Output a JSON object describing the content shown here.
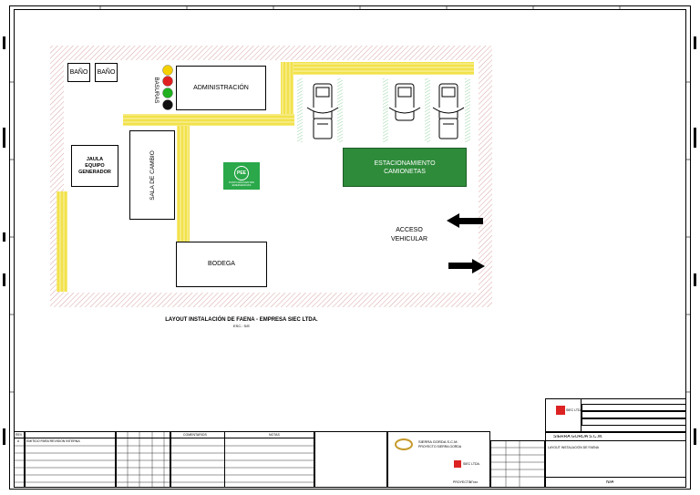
{
  "rooms": {
    "bano_1": "BAÑO",
    "bano_2": "BAÑO",
    "administracion": "ADMINISTRACIÓN",
    "jaula": "JAULA\nEQUIPO\nGENERADOR",
    "sala_cambio": "SALA DE CAMBIO",
    "bodega": "BODEGA",
    "basuras": "BASURAS",
    "estacionamiento": "ESTACIONAMIENTO\nCAMIONETAS",
    "acceso": "ACCESO\nVEHICULAR"
  },
  "pee_sign": {
    "title": "PEE",
    "subtitle": "PUNTO ENCUENTRO EMERGENCIAS"
  },
  "layout_title": "LAYOUT INSTALACIÓN DE FAENA - EMPRESA SIEC LTDA.",
  "layout_scale": "ESC.: S/E",
  "colors": {
    "parking_green": "#2e8b3a",
    "pee_green": "#2aa84a",
    "walkway_yellow": "#f2e24a",
    "hatch": "#d9a5a5",
    "bin_yellow": "#f5d000",
    "bin_red": "#e02020",
    "bin_green": "#20b020",
    "bin_black": "#111111"
  },
  "title_block": {
    "client": "SIERRA GORDA S.C.M.",
    "client_sub": "PROYECTO SIERRA GORDA",
    "company": "SIEC LTDA.",
    "project_label": "PROYECTO",
    "project_no": "N°xxx",
    "sheet_owner": "SIERRA GORDA S.C.M.",
    "drawing_title": "LAYOUT INSTALACIÓN DE FAENA",
    "scale_value": "N/A",
    "revision_header": "REV",
    "revision_row": "EMITIDO PARA REVISION INTERNA",
    "revision_letter": "A",
    "approval_header": "COMENTARIOS",
    "notes_header": "NOTAS"
  }
}
